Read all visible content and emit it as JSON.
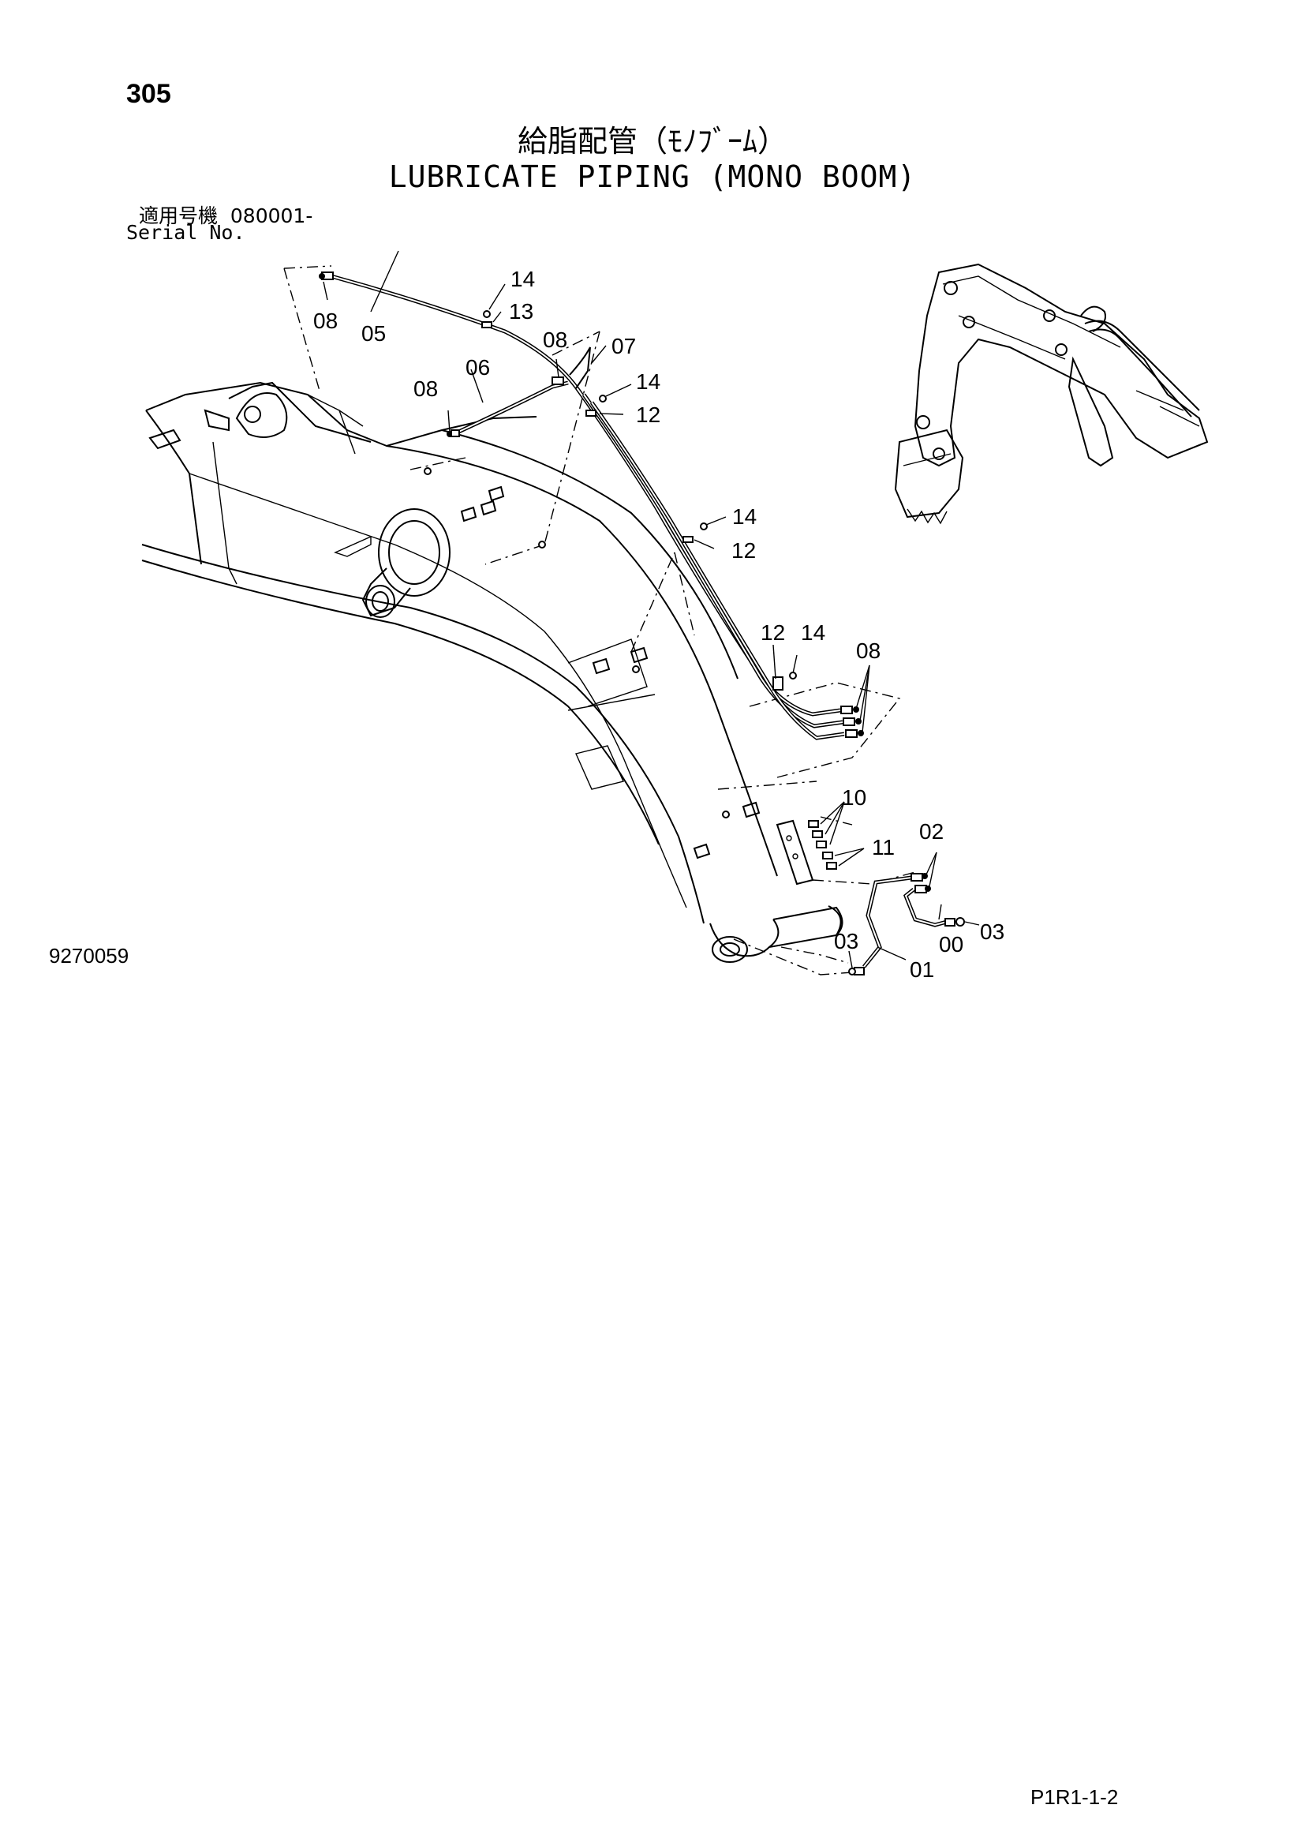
{
  "header": {
    "page_number": "305",
    "title_jp": "給脂配管（ﾓﾉﾌﾞｰﾑ）",
    "title_en": "LUBRICATE PIPING (MONO BOOM)",
    "serial_jp": "適用号機  080001-",
    "serial_en": "Serial No."
  },
  "footer": {
    "drawing_number": "9270059",
    "page_ref": "P1R1-1-2"
  },
  "callouts": {
    "c00": "00",
    "c01": "01",
    "c02": "02",
    "c03a": "03",
    "c03b": "03",
    "c05": "05",
    "c06": "06",
    "c07": "07",
    "c08a": "08",
    "c08b": "08",
    "c08c": "08",
    "c08d": "08",
    "c10": "10",
    "c11": "11",
    "c12a": "12",
    "c12b": "12",
    "c12c": "12",
    "c13": "13",
    "c14a": "14",
    "c14b": "14",
    "c14c": "14",
    "c14d": "14"
  }
}
